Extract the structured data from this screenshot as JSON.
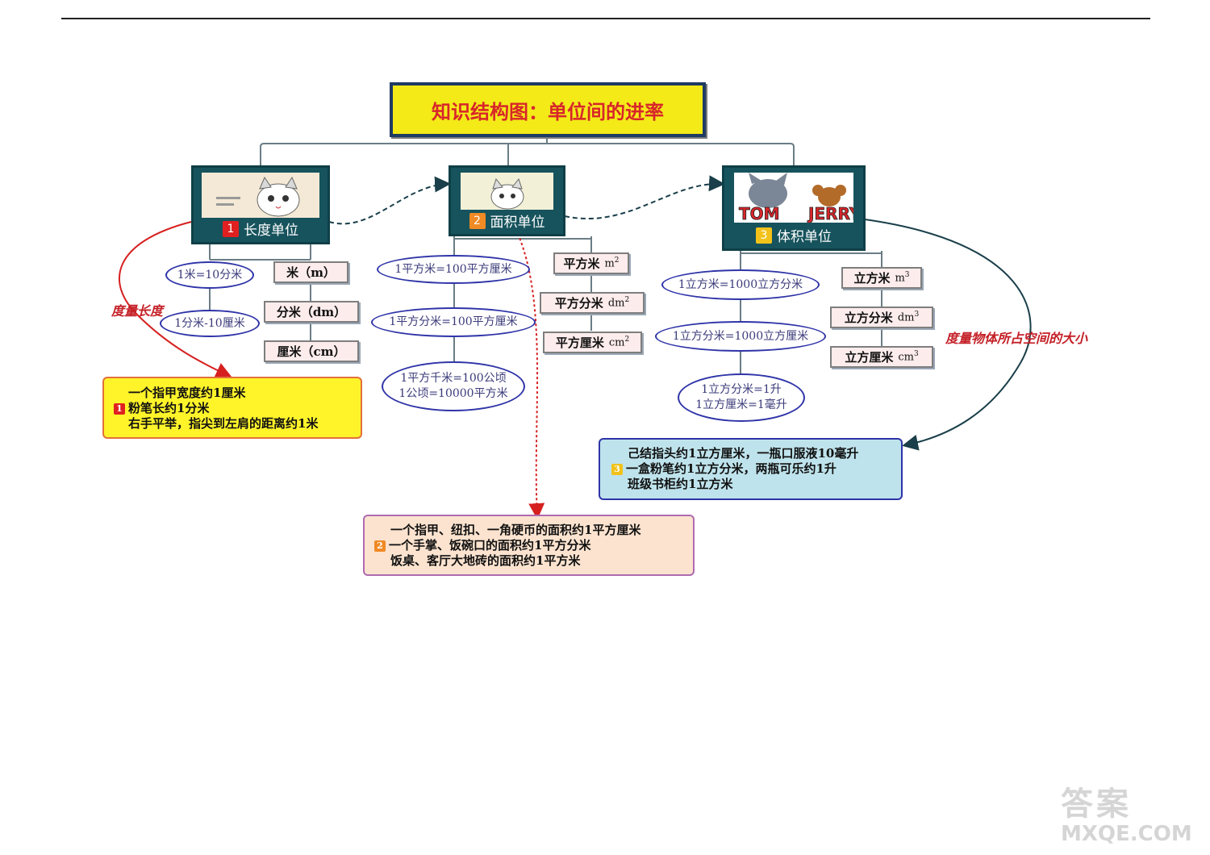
{
  "title": "知识结构图：单位间的进率",
  "categories": [
    {
      "num": "1",
      "label": "长度单位",
      "num_color": "#e02020"
    },
    {
      "num": "2",
      "label": "面积单位",
      "num_color": "#f08a24"
    },
    {
      "num": "3",
      "label": "体积单位",
      "num_color": "#f2c21a"
    }
  ],
  "picture_logo_text": "TOM and JERRY",
  "length": {
    "ovals": [
      "1米=10分米",
      "1分米-10厘米"
    ],
    "units": [
      {
        "name": "米（m）"
      },
      {
        "name": "分米（dm）"
      },
      {
        "name": "厘米（cm）"
      }
    ],
    "side_label": "度量长度",
    "note": {
      "num": "1",
      "lines": [
        "一个指甲宽度约1厘米",
        "粉笔长约1分米",
        "右手平举，指尖到左肩的距离约1米"
      ]
    }
  },
  "area": {
    "ovals": [
      "1平方米=100平方厘米",
      "1平方分米=100平方厘米"
    ],
    "oval_double": [
      "1平方千米=100公顷",
      "1公顷=10000平方米"
    ],
    "units": [
      {
        "name": "平方米",
        "abbr": "m",
        "exp": "2"
      },
      {
        "name": "平方分米",
        "abbr": "dm",
        "exp": "2"
      },
      {
        "name": "平方厘米",
        "abbr": "cm",
        "exp": "2"
      }
    ],
    "note": {
      "num": "2",
      "lines": [
        "一个指甲、纽扣、一角硬币的面积约1平方厘米",
        "一个手掌、饭碗口的面积约1平方分米",
        "饭桌、客厅大地砖的面积约1平方米"
      ]
    }
  },
  "volume": {
    "ovals": [
      "1立方米=1000立方分米",
      "1立方分米=1000立方厘米"
    ],
    "oval_double": [
      "1立方分米=1升",
      "1立方厘米=1毫升"
    ],
    "units": [
      {
        "name": "立方米",
        "abbr": "m",
        "exp": "3"
      },
      {
        "name": "立方分米",
        "abbr": "dm",
        "exp": "3"
      },
      {
        "name": "立方厘米",
        "abbr": "cm",
        "exp": "3"
      }
    ],
    "side_label": "度量物体所占空间的大小",
    "note": {
      "num": "3",
      "lines": [
        "己结指头约1立方厘米，一瓶口服液10毫升",
        "一盒粉笔约1立方分米，两瓶可乐约1升",
        "班级书柜约1立方米"
      ]
    }
  },
  "watermark": {
    "top": "答案",
    "bottom": "MXQE.COM"
  },
  "colors": {
    "title_bg": "#f3ea18",
    "title_text": "#d8262a",
    "category_bg": "#17535d",
    "oval_border": "#2f34a8",
    "note1_bg": "#fff32a",
    "note2_bg": "#fbe3cf",
    "note3_bg": "#bfe3ec",
    "arrow_red": "#d62020"
  }
}
